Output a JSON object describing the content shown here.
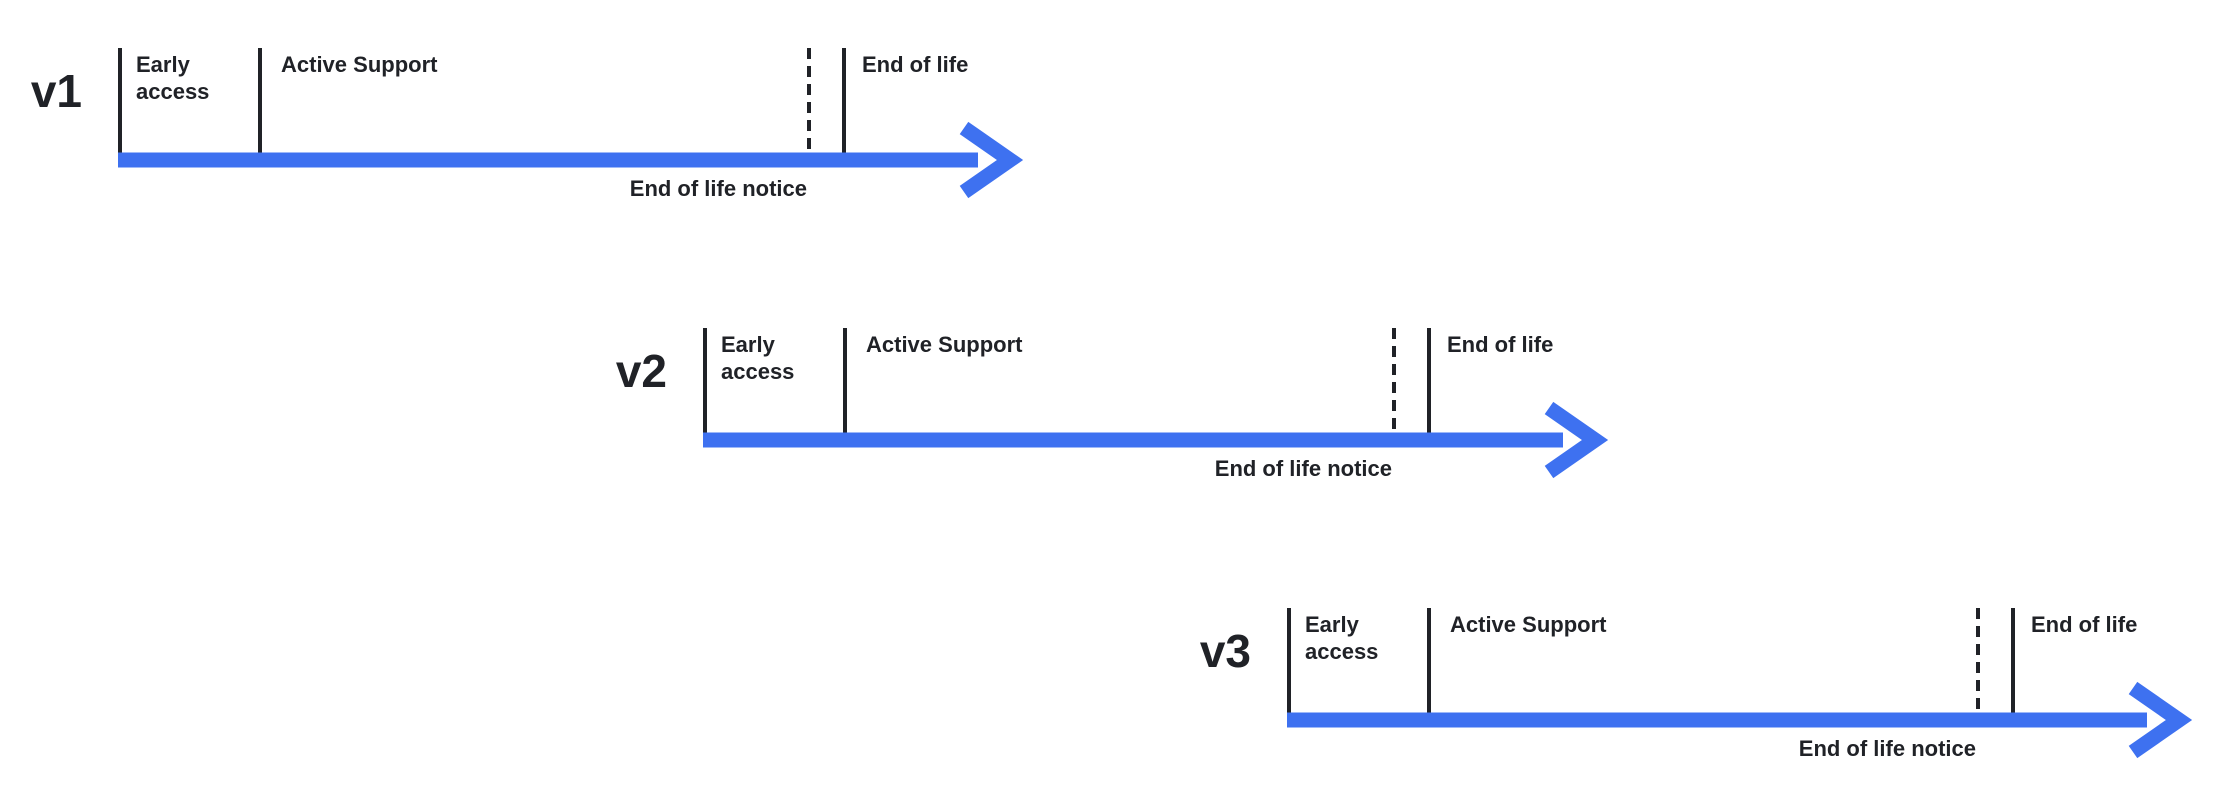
{
  "diagram": {
    "colors": {
      "arrow": "#3e71f0",
      "line": "#202227",
      "text": "#202227"
    },
    "timelines": [
      {
        "version": "v1",
        "early_access_label": "Early access",
        "active_support_label": "Active Support",
        "end_of_life_label": "End of life",
        "end_of_life_notice_label": "End of life notice"
      },
      {
        "version": "v2",
        "early_access_label": "Early access",
        "active_support_label": "Active Support",
        "end_of_life_label": "End of life",
        "end_of_life_notice_label": "End of life notice"
      },
      {
        "version": "v3",
        "early_access_label": "Early access",
        "active_support_label": "Active Support",
        "end_of_life_label": "End of life",
        "end_of_life_notice_label": "End of life notice"
      }
    ]
  }
}
